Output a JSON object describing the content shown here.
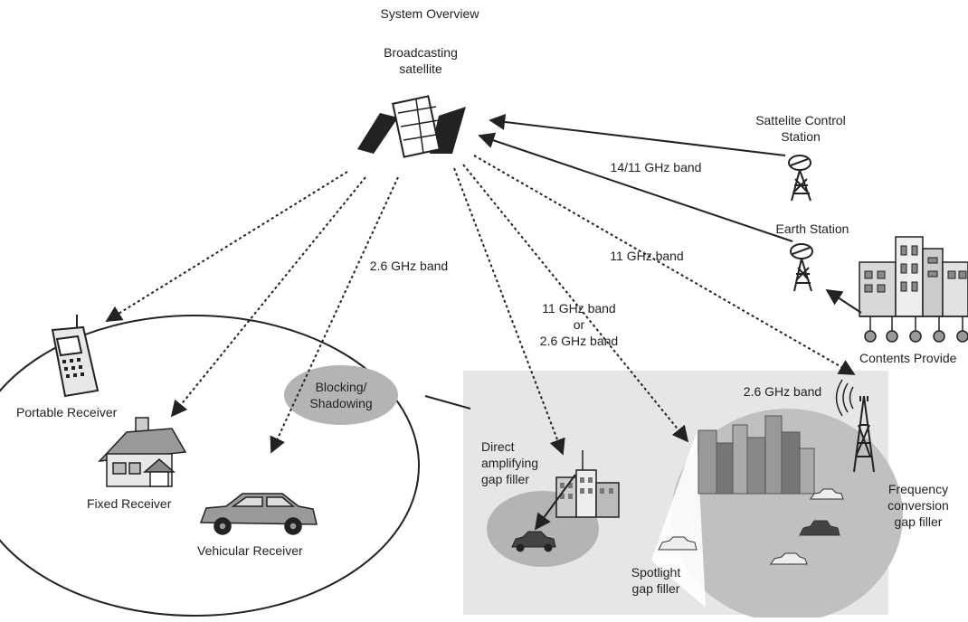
{
  "title": "System Overview",
  "satellite": {
    "label_line1": "Broadcasting",
    "label_line2": "satellite"
  },
  "control_station": {
    "label_line1": "Sattelite Control",
    "label_line2": "Station"
  },
  "earth_station": {
    "label": "Earth Station"
  },
  "contents_provider": {
    "label": "Contents Provide"
  },
  "bands": {
    "uplink": "14/11 GHz band",
    "band_26": "2.6 GHz band",
    "band_11": "11 GHz band",
    "band_or_line1": "11 GHz band",
    "band_or_line2": "or",
    "band_or_line3": "2.6 GHz band",
    "gap_tower_band": "2.6 GHz band"
  },
  "receivers": {
    "portable": "Portable Receiver",
    "fixed": "Fixed Receiver",
    "vehicular": "Vehicular Receiver"
  },
  "blocking": {
    "line1": "Blocking/",
    "line2": "Shadowing"
  },
  "gap_fillers": {
    "direct_line1": "Direct",
    "direct_line2": "amplifying",
    "direct_line3": "gap filler",
    "spotlight_line1": "Spotlight",
    "spotlight_line2": "gap filler",
    "freq_line1": "Frequency",
    "freq_line2": "conversion",
    "freq_line3": "gap filler"
  },
  "colors": {
    "ink": "#222222",
    "panel": "#e6e6e6",
    "ellipse_fill": "#b4b4b4",
    "ellipse_light": "#c8c8c8"
  }
}
